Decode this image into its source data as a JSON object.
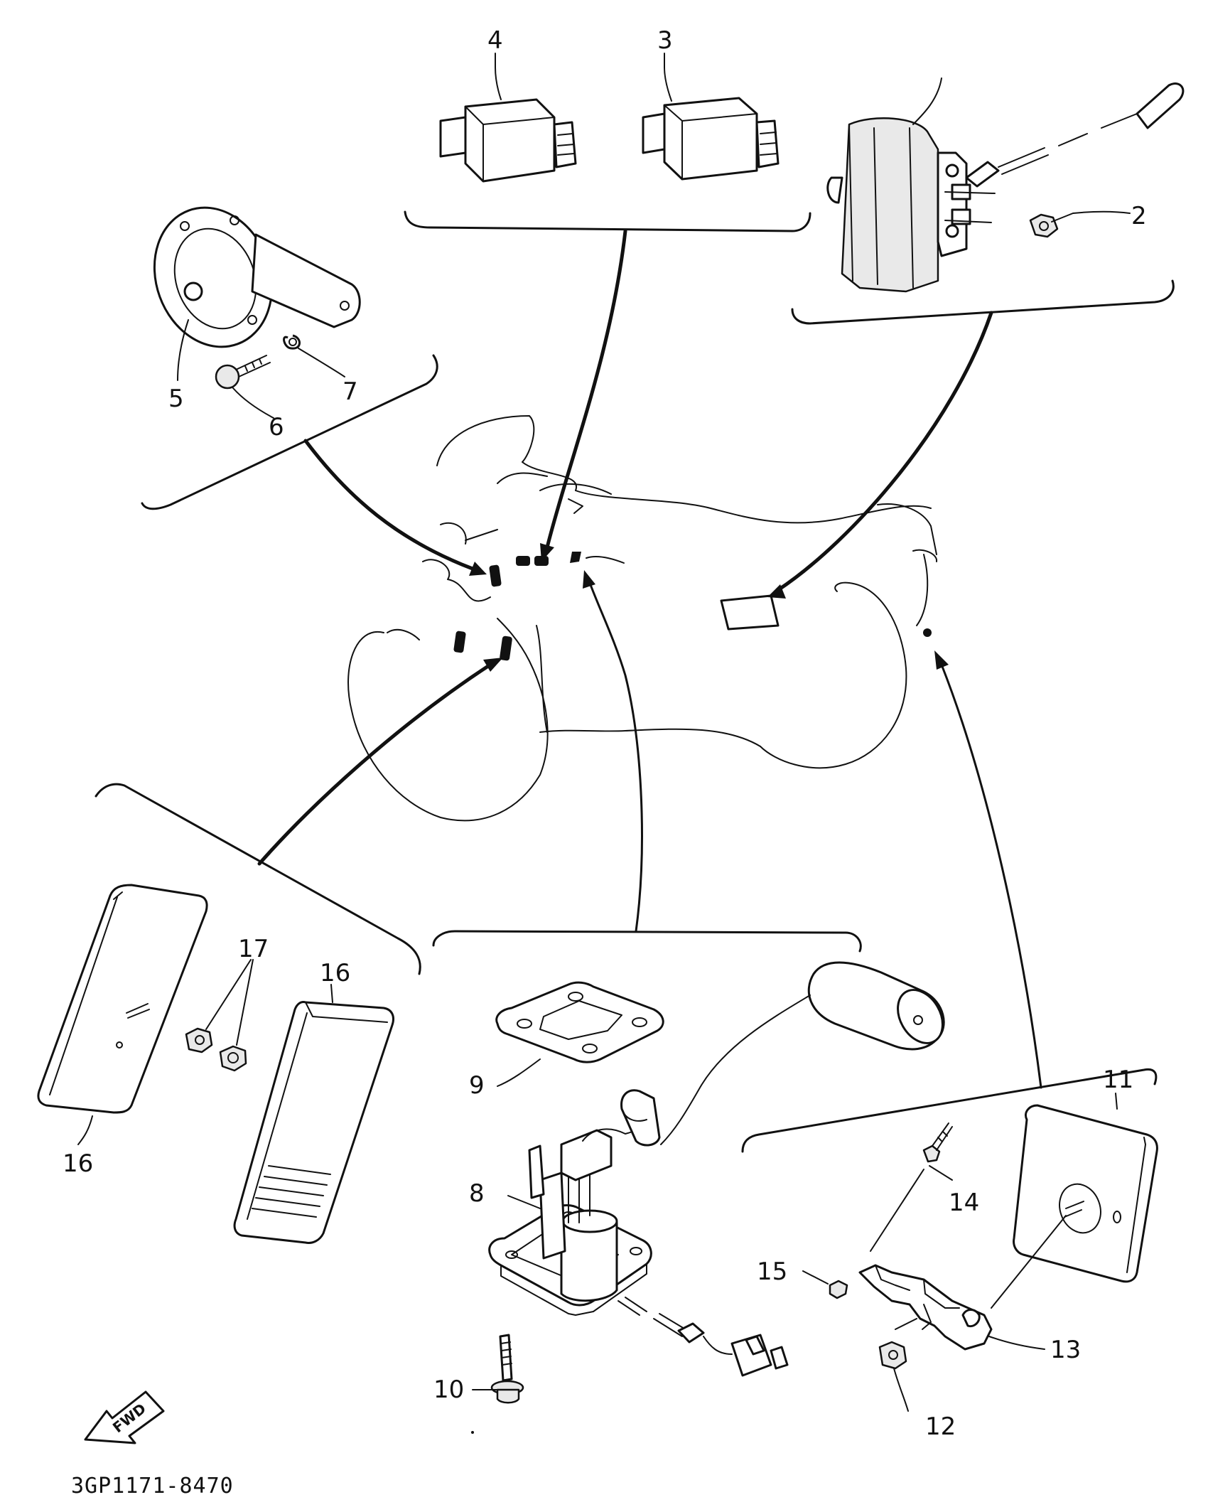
{
  "callouts": {
    "c2": "2",
    "c3": "3",
    "c4": "4",
    "c5": "5",
    "c6": "6",
    "c7": "7",
    "c8": "8",
    "c9": "9",
    "c10": "10",
    "c11": "11",
    "c12": "12",
    "c13": "13",
    "c14": "14",
    "c15": "15",
    "c16a": "16",
    "c16b": "16",
    "c17": "17"
  },
  "direction_badge": "FWD",
  "reference_code": "3GP1171-8470"
}
